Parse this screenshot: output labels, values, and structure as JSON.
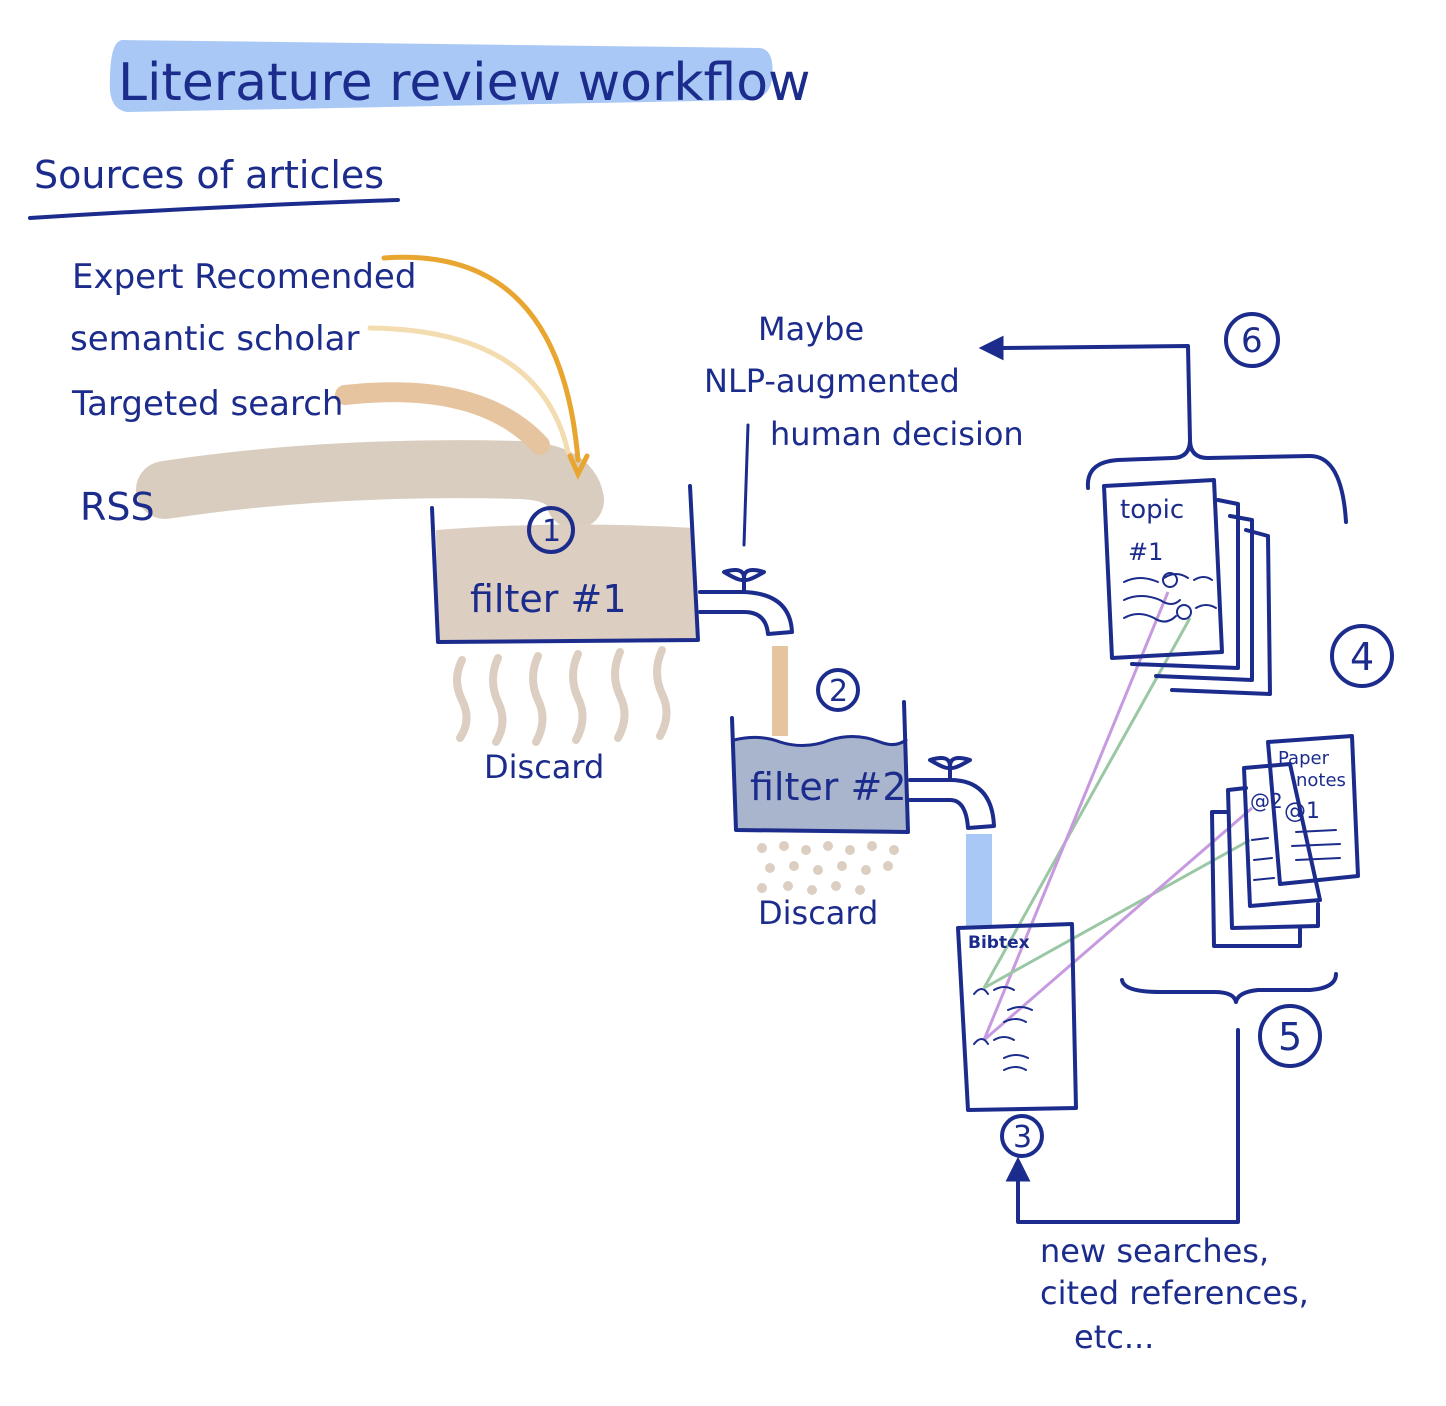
{
  "title": "Literature review workflow",
  "sources_heading": "Sources of articles",
  "sources": [
    {
      "label": "Expert Recomended",
      "color": "#e8a630"
    },
    {
      "label": "semantic scholar",
      "color": "#f3ddb0"
    },
    {
      "label": "Targeted search",
      "color": "#e6c4a0"
    },
    {
      "label": "RSS",
      "color": "#d9cdbf"
    }
  ],
  "filter1": {
    "label": "filter #1",
    "step": "1",
    "fill": "#dccfc1",
    "discard": "Discard"
  },
  "filter2": {
    "label": "filter #2",
    "step": "2",
    "fill": "#a9b5cc",
    "discard": "Discard"
  },
  "decision": {
    "line1": "Maybe",
    "line2": "NLP-augmented",
    "line3": "human decision"
  },
  "bibtex": {
    "label": "Bibtex",
    "step": "3"
  },
  "topic": {
    "label_line1": "topic",
    "label_line2": "#1",
    "step": "4"
  },
  "paper_notes": {
    "label_line1": "Paper",
    "label_line2": "notes",
    "ref1": "@1",
    "ref2": "@2"
  },
  "feedback": {
    "step5": "5",
    "step6": "6",
    "line1": "new searches,",
    "line2": "cited references,",
    "line3": "etc..."
  },
  "colors": {
    "ink": "#1c2c8c",
    "title_highlight": "#a9c8f5",
    "water": "#a9c8f5",
    "link_green": "#9cc7a4",
    "link_purple": "#c79ae0"
  }
}
